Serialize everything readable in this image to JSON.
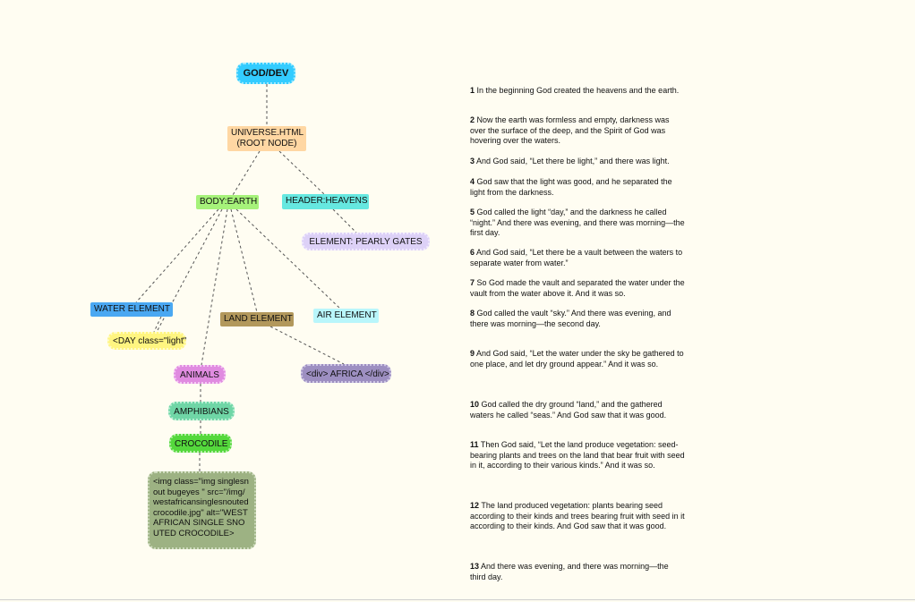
{
  "diagram": {
    "nodes": {
      "god": "GOD/DEV",
      "universe_line1": "UNIVERSE.HTML",
      "universe_line2": "(ROOT NODE)",
      "body": "BODY:EARTH",
      "header": "HEADER:HEAVENS",
      "pearly": "ELEMENT: PEARLY GATES",
      "water": "WATER ELEMENT",
      "land": "LAND ELEMENT",
      "air": "AIR ELEMENT",
      "day": "<DAY class=\"light\"",
      "animals": "ANIMALS",
      "africa": "<div> AFRICA </div>",
      "amphibians": "AMPHIBIANS",
      "crocodile": "CROCODILE",
      "img": "<img class=\"img singlesnout bugeyes \" src=\"/img/westafricansinglesnoutedcrocodile.jpg\" alt=\"WEST AFRICAN SINGLE SNOUTED CROCODILE>"
    },
    "colors": {
      "god": "#33ccff",
      "universe": "#ffd7a3",
      "body": "#a6f27a",
      "header": "#66e8e0",
      "pearly": "#ddd1f7",
      "water": "#4aa8f2",
      "land": "#b2985c",
      "air": "#b9f6fb",
      "day": "#fff580",
      "animals": "#e08be0",
      "africa": "#9d8fc1",
      "amphibians": "#6fd6a6",
      "crocodile": "#54d83c",
      "img": "#9db283"
    }
  },
  "genesis": [
    {
      "num": "1",
      "text": "In the beginning God created the heavens and the earth."
    },
    {
      "num": "2",
      "text": "Now the earth was formless and empty, darkness was over the surface of the deep, and the Spirit of God was hovering over the waters."
    },
    {
      "num": "3",
      "text": "And God said, “Let there be light,” and there was light."
    },
    {
      "num": "4",
      "text": "God saw that the light was good, and he separated the light from the darkness."
    },
    {
      "num": "5",
      "text": "God called the light “day,” and the darkness he called “night.” And there was evening, and there was morning—the first day."
    },
    {
      "num": "6",
      "text": "And God said, “Let there be a vault between the waters to separate water from water.”"
    },
    {
      "num": "7",
      "text": "So God made the vault and separated the water under the vault from the water above it. And it was so."
    },
    {
      "num": "8",
      "text": "God called the vault “sky.” And there was evening, and there was morning—the second day."
    },
    {
      "num": "9",
      "text": "And God said, “Let the water under the sky be gathered to one place, and let dry ground appear.” And it was so."
    },
    {
      "num": "10",
      "text": "God called the dry ground “land,” and the gathered waters he called “seas.” And God saw that it was good."
    },
    {
      "num": "11",
      "text": "Then God said, “Let the land produce vegetation: seed-bearing plants and trees on the land that bear fruit with seed in it, according to their various kinds.” And it was so."
    },
    {
      "num": "12",
      "text": "The land produced vegetation: plants bearing seed according to their kinds and trees bearing fruit with seed in it according to their kinds. And God saw that it was good."
    },
    {
      "num": "13",
      "text": "And there was evening, and there was morning—the third day."
    }
  ]
}
